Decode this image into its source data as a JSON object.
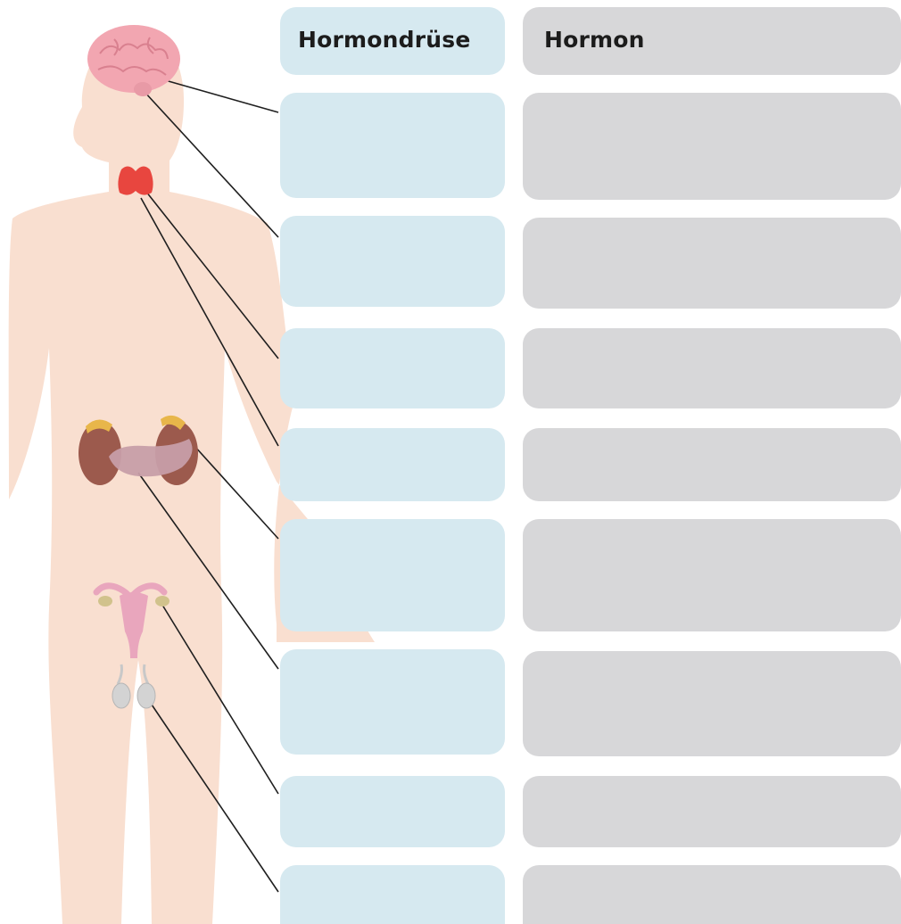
{
  "header": {
    "gland_label": "Hormondrüse",
    "hormone_label": "Hormon"
  },
  "table": {
    "rows": [
      {
        "gland": "",
        "hormone": "",
        "organ": "brain"
      },
      {
        "gland": "",
        "hormone": "",
        "organ": "brain"
      },
      {
        "gland": "",
        "hormone": "",
        "organ": "thyroid"
      },
      {
        "gland": "",
        "hormone": "",
        "organ": "thyroid"
      },
      {
        "gland": "",
        "hormone": "",
        "organ": "adrenal-gland"
      },
      {
        "gland": "",
        "hormone": "",
        "organ": "pancreas"
      },
      {
        "gland": "",
        "hormone": "",
        "organ": "ovary"
      },
      {
        "gland": "",
        "hormone": "",
        "organ": "testis"
      }
    ]
  },
  "colors": {
    "gland_box": "#d6e9f0",
    "hormone_box": "#d7d7d9",
    "body": "#f9dfd0",
    "brain": "#f2a6b1",
    "thyroid": "#e8463f",
    "kidney": "#9c5a4d",
    "adrenal": "#e8b64a",
    "pancreas": "#c79ea8",
    "uterus": "#e9a6bd",
    "testis": "#d3d3d3"
  }
}
